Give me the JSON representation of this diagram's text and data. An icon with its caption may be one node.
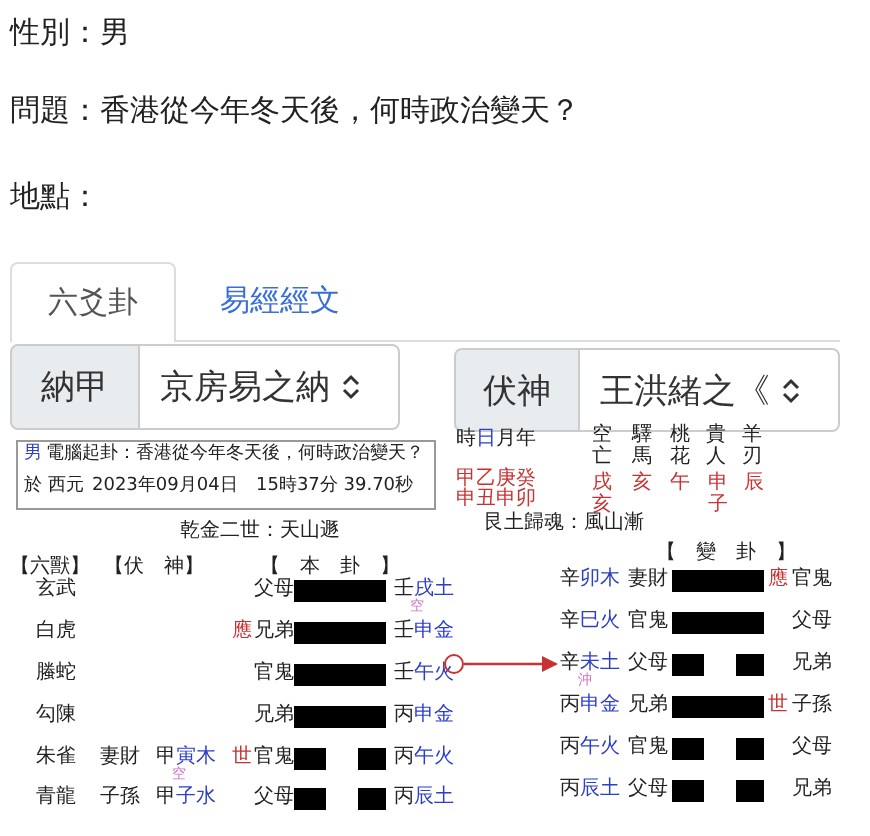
{
  "diagram": {
    "nodes": [
      {
        "text": [],
        "shape": "circle"
      },
      {
        "text": [
          "辛未土"
        ],
        "beside": [
          "沖"
        ]
      }
    ],
    "edges": [
      {
        "from": 0,
        "to": 1,
        "arrow": "to"
      }
    ],
    "labels": [
      "性別：男",
      "問題：香港從今年冬天後，何時政治變天？",
      "地點：",
      "六爻卦",
      "易經經文",
      "納甲",
      "京房易之納",
      "伏神",
      "王洪緒之《",
      "男",
      "電腦起卦：香港從今年冬天後，何時政治變天？",
      "於 西元",
      "2023年09月04日",
      "15時37分 39.70秒",
      "時日月年",
      "甲乙庚癸",
      "申丑申卯",
      "空亡",
      "驛馬",
      "桃花",
      "貴人",
      "羊刃",
      "戌亥",
      "亥",
      "午",
      "申子",
      "辰",
      "乾金二世：天山遯",
      "艮土歸魂：風山漸",
      "【六獸】",
      "【伏　神】",
      "【　本　卦　】",
      "【　變　卦　】",
      "玄武",
      "父母",
      "壬戌土",
      "空",
      "白虎",
      "應",
      "兄弟",
      "壬申金",
      "螣蛇",
      "官鬼",
      "壬午火",
      "勾陳",
      "兄弟",
      "丙申金",
      "朱雀",
      "妻財",
      "甲寅木",
      "空",
      "世",
      "官鬼",
      "丙午火",
      "青龍",
      "子孫",
      "甲子水",
      "父母",
      "丙辰土",
      "辛卯木",
      "妻財",
      "應",
      "官鬼",
      "辛巳火",
      "官鬼",
      "父母",
      "父母",
      "兄弟",
      "丙申金",
      "兄弟",
      "世",
      "子孫",
      "丙午火",
      "官鬼",
      "父母",
      "丙辰土",
      "父母",
      "兄弟"
    ]
  }
}
